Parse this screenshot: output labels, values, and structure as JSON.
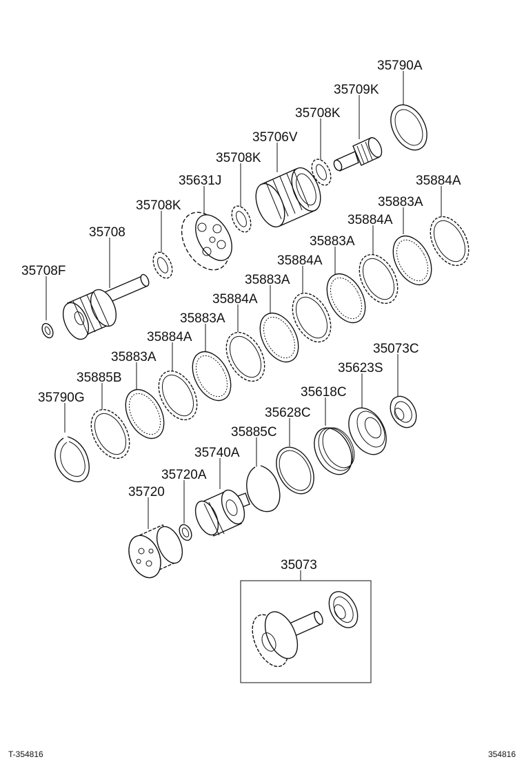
{
  "diagram": {
    "parts": [
      {
        "id": "p01",
        "label": "35790A"
      },
      {
        "id": "p02",
        "label": "35709K"
      },
      {
        "id": "p03",
        "label": "35708K"
      },
      {
        "id": "p04",
        "label": "35706V"
      },
      {
        "id": "p05",
        "label": "35708K"
      },
      {
        "id": "p06",
        "label": "35631J"
      },
      {
        "id": "p07",
        "label": "35708K"
      },
      {
        "id": "p08",
        "label": "35708"
      },
      {
        "id": "p09",
        "label": "35708F"
      },
      {
        "id": "p10",
        "label": "35884A"
      },
      {
        "id": "p11",
        "label": "35883A"
      },
      {
        "id": "p12",
        "label": "35884A"
      },
      {
        "id": "p13",
        "label": "35883A"
      },
      {
        "id": "p14",
        "label": "35884A"
      },
      {
        "id": "p15",
        "label": "35883A"
      },
      {
        "id": "p16",
        "label": "35884A"
      },
      {
        "id": "p17",
        "label": "35883A"
      },
      {
        "id": "p18",
        "label": "35884A"
      },
      {
        "id": "p19",
        "label": "35883A"
      },
      {
        "id": "p20",
        "label": "35885B"
      },
      {
        "id": "p21",
        "label": "35790G"
      },
      {
        "id": "p22",
        "label": "35073C"
      },
      {
        "id": "p23",
        "label": "35623S"
      },
      {
        "id": "p24",
        "label": "35618C"
      },
      {
        "id": "p25",
        "label": "35628C"
      },
      {
        "id": "p26",
        "label": "35885C"
      },
      {
        "id": "p27",
        "label": "35740A"
      },
      {
        "id": "p28",
        "label": "35720A"
      },
      {
        "id": "p29",
        "label": "35720"
      },
      {
        "id": "p30",
        "label": "35073"
      }
    ],
    "footer_left": "T-354816",
    "footer_right": "354816"
  }
}
